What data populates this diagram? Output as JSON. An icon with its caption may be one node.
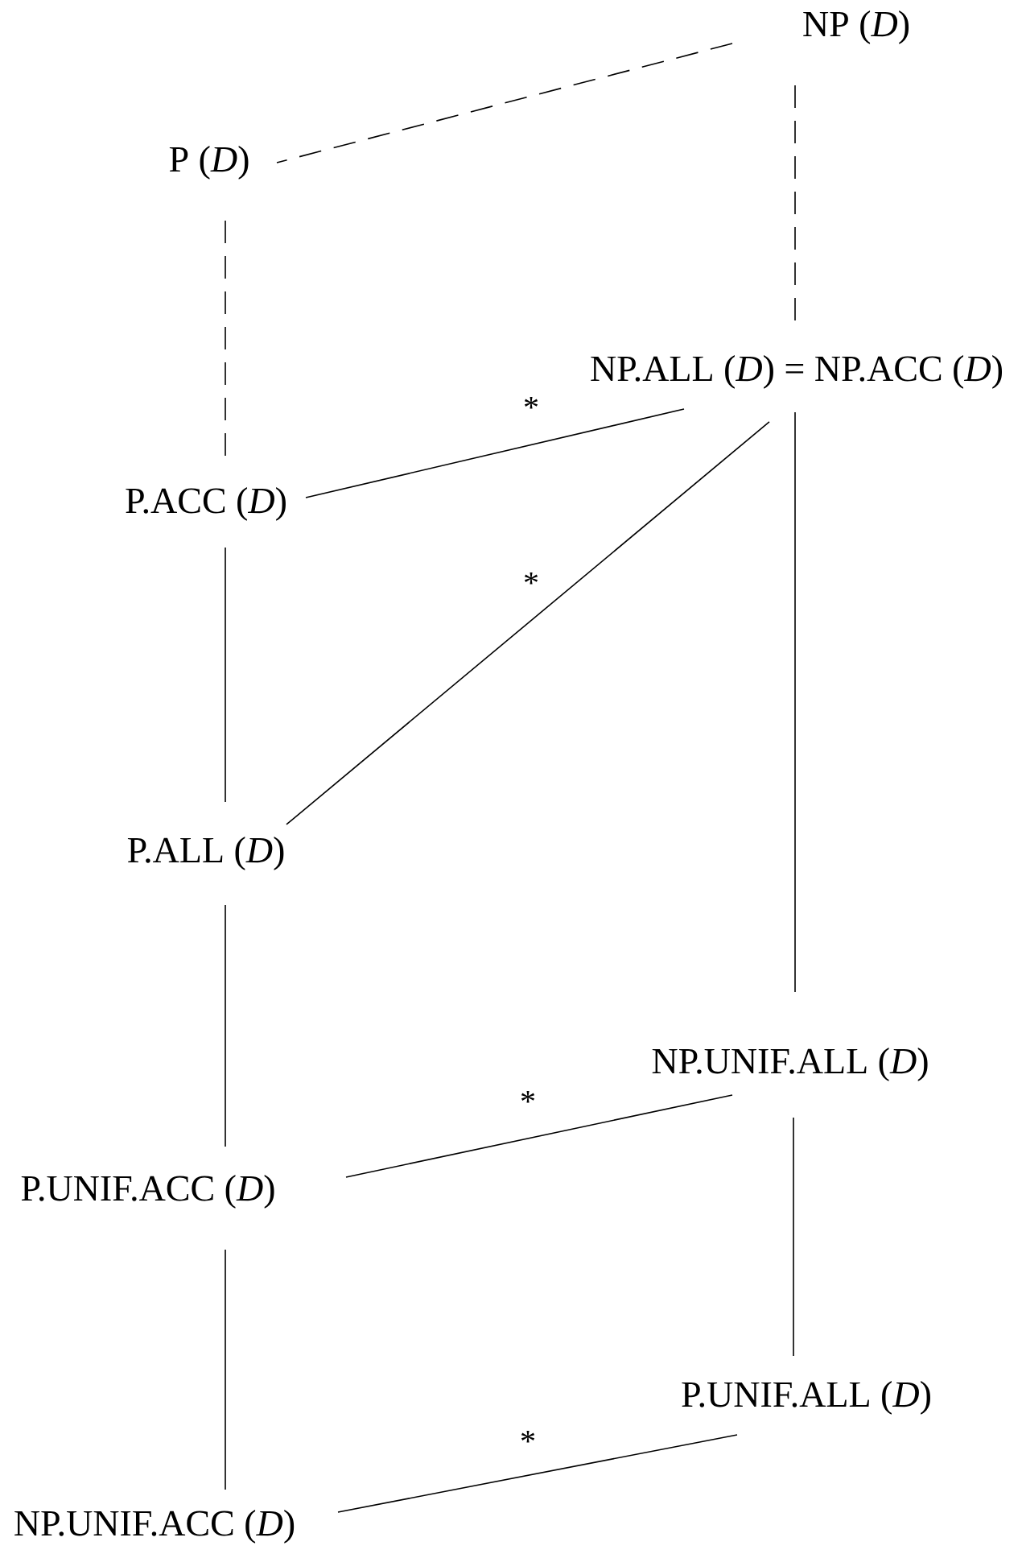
{
  "diagram": {
    "nodes": [
      {
        "text": [
          "NP (*D*)"
        ]
      },
      {
        "text": [
          "P (*D*)"
        ]
      },
      {
        "text": [
          "NP.ALL (*D*) = NP.ACC (*D*)"
        ]
      },
      {
        "text": [
          "P.ACC (*D*)"
        ]
      },
      {
        "text": [
          "P.ALL (*D*)"
        ]
      },
      {
        "text": [
          "NP.UNIF.ALL (*D*)"
        ]
      },
      {
        "text": [
          "P.UNIF.ACC (*D*)"
        ]
      },
      {
        "text": [
          "P.UNIF.ALL (*D*)"
        ]
      },
      {
        "text": [
          "NP.UNIF.ACC (*D*)"
        ]
      }
    ],
    "edges": [
      {
        "from": 0,
        "to": 1,
        "arrow": "none",
        "style": "dashed"
      },
      {
        "from": 1,
        "to": 3,
        "arrow": "none",
        "style": "dashed"
      },
      {
        "from": 0,
        "to": 2,
        "arrow": "none",
        "style": "dashed"
      },
      {
        "from": 3,
        "to": 2,
        "arrow": "none",
        "label": "*"
      },
      {
        "from": 4,
        "to": 2,
        "arrow": "none",
        "label": "*"
      },
      {
        "from": 2,
        "to": 5,
        "arrow": "none"
      },
      {
        "from": 3,
        "to": 4,
        "arrow": "none"
      },
      {
        "from": 4,
        "to": 6,
        "arrow": "none"
      },
      {
        "from": 6,
        "to": 8,
        "arrow": "none"
      },
      {
        "from": 5,
        "to": 7,
        "arrow": "none"
      },
      {
        "from": 6,
        "to": 5,
        "arrow": "none",
        "label": "*"
      },
      {
        "from": 8,
        "to": 7,
        "arrow": "none",
        "label": "*"
      }
    ]
  }
}
